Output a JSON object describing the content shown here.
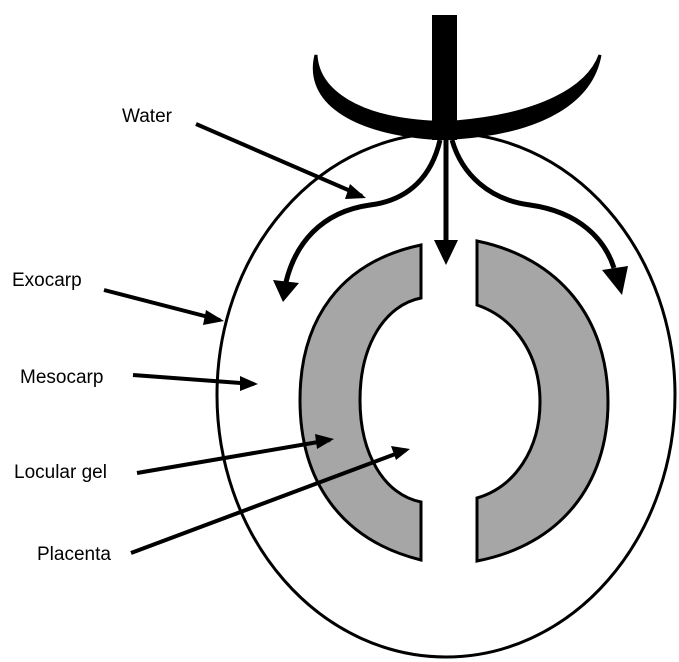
{
  "labels": {
    "water": "Water",
    "exocarp": "Exocarp",
    "mesocarp": "Mesocarp",
    "locular_gel": "Locular gel",
    "placenta": "Placenta"
  },
  "colors": {
    "outline": "#000000",
    "locular_fill": "#a6a6a6",
    "background": "#ffffff"
  }
}
